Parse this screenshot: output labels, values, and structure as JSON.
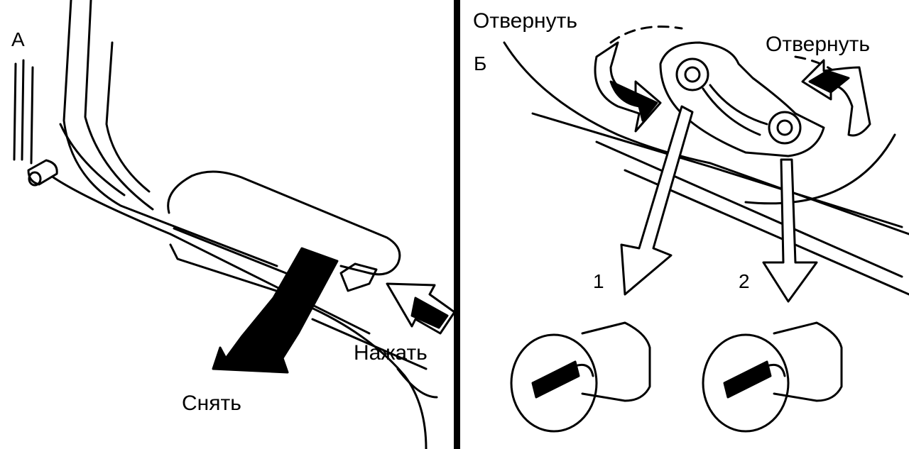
{
  "panel_left": {
    "letter": "А",
    "remove_label": "Снять",
    "press_label": "Нажать"
  },
  "panel_right": {
    "letter": "Б",
    "unscrew_left_label": "Отвернуть",
    "unscrew_right_label": "Отвернуть",
    "bulb_1_number": "1",
    "bulb_2_number": "2"
  }
}
